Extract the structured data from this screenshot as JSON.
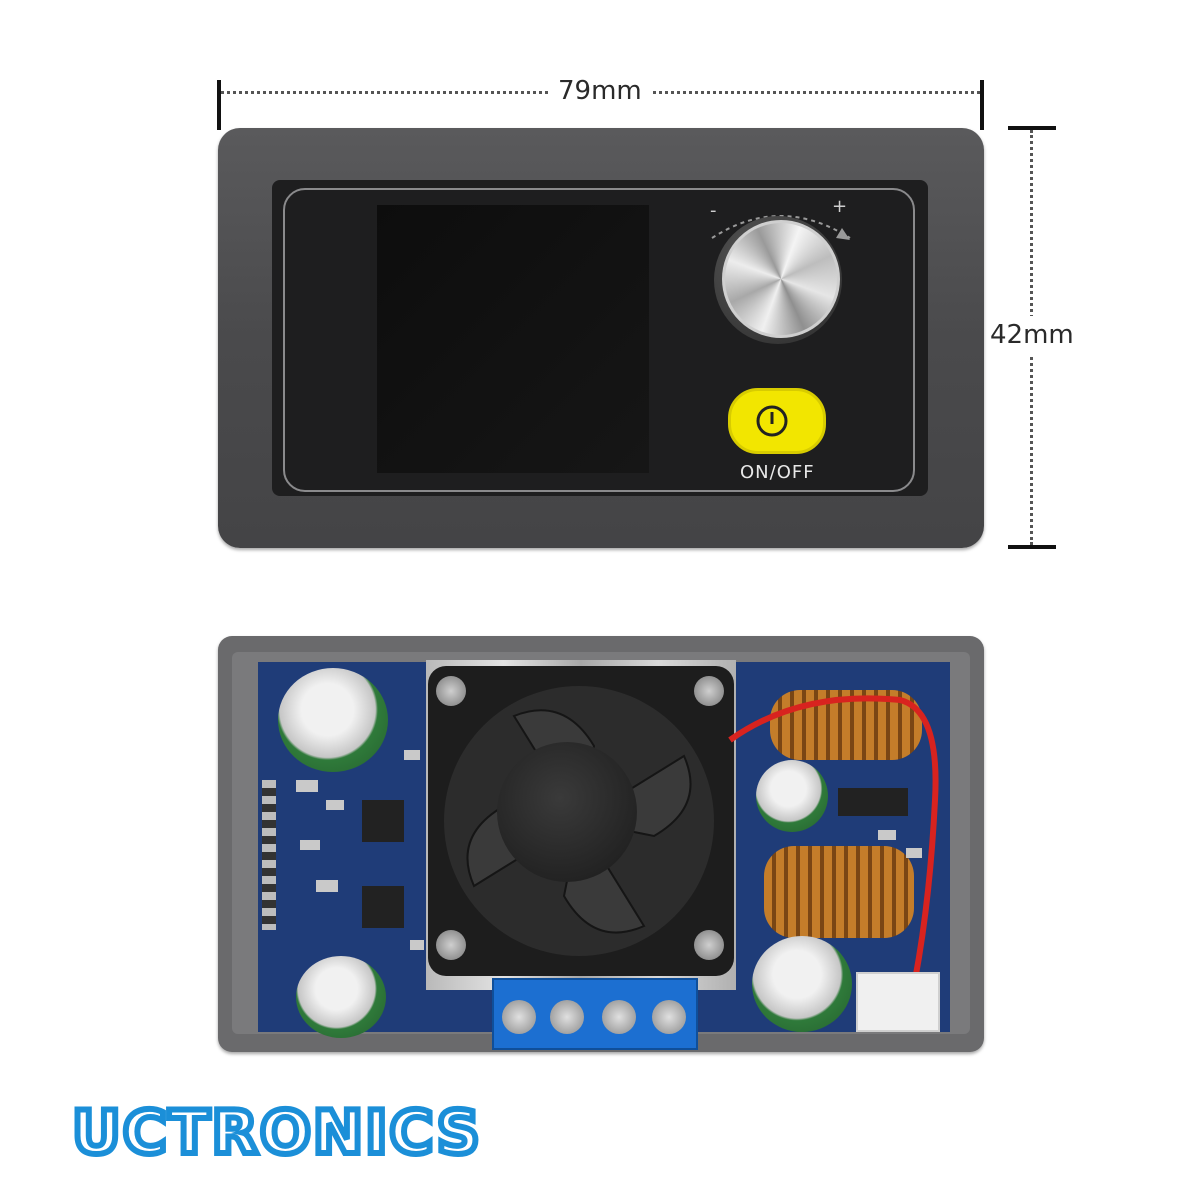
{
  "dimensions": {
    "width_label": "79mm",
    "height_label": "42mm"
  },
  "front": {
    "power_label": "ON/OFF",
    "knob_minus": "-",
    "knob_plus": "+"
  },
  "brand": {
    "name": "UCTRONICS",
    "color": "#1b8fd8"
  },
  "colors": {
    "bezel": "#4a4a4c",
    "pcb": "#1f3c78",
    "power_button": "#f2e600",
    "terminal": "#1c6fd1"
  }
}
